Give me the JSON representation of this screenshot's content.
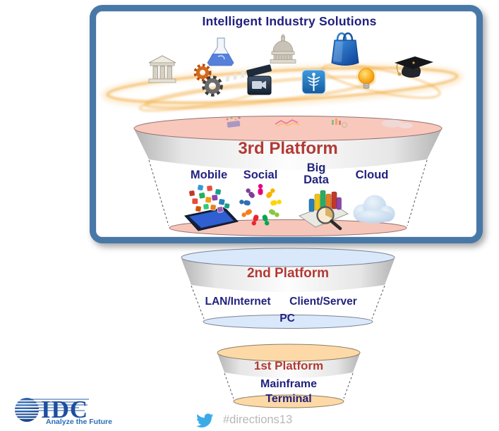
{
  "panel": {
    "title": "Intelligent Industry Solutions",
    "icons": [
      "bank",
      "manufacturing-gears",
      "chemistry-flask",
      "media-clapperboard",
      "government-capitol",
      "healthcare-caduceus",
      "retail-shopping-bag",
      "energy-lightbulb",
      "education-graduation-cap"
    ]
  },
  "platform3": {
    "title": "3rd Platform",
    "pillars": [
      {
        "label": "Mobile",
        "icon": "mobile-tablet"
      },
      {
        "label": "Social",
        "icon": "social-network"
      },
      {
        "label": "Big Data",
        "icon": "big-data-analytics"
      },
      {
        "label": "Cloud",
        "icon": "cloud"
      }
    ]
  },
  "platform2": {
    "title": "2nd Platform",
    "items": [
      "LAN/Internet",
      "Client/Server",
      "PC"
    ]
  },
  "platform1": {
    "title": "1st Platform",
    "items": [
      "Mainframe",
      "Terminal"
    ]
  },
  "footer": {
    "logo_text": "IDC",
    "logo_tagline": "Analyze the Future",
    "hashtag": "#directions13"
  },
  "colors": {
    "panel_border": "#4878a8",
    "title_navy": "#20207e",
    "platform_red": "#b23a34",
    "platform3_fill": "#f8c8bc",
    "platform2_fill": "#d9e9fb",
    "platform1_fill": "#fcd9a6",
    "twitter_blue": "#3babe8",
    "idc_blue": "#1d4f9e",
    "hashtag_gray": "#b9b9b9"
  }
}
